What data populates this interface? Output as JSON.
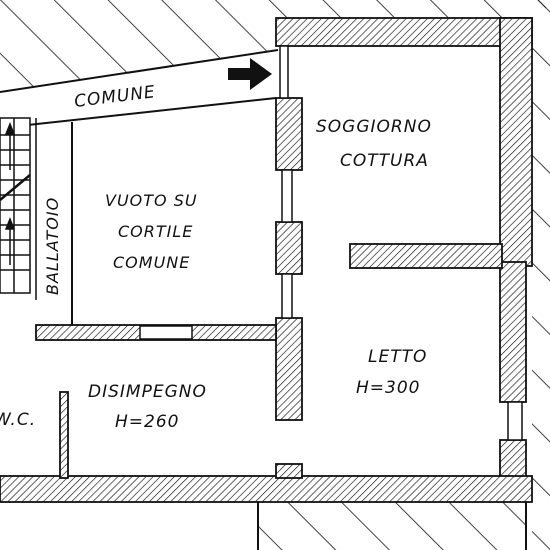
{
  "labels": {
    "comune": "COMUNE",
    "soggiorno": "SOGGIORNO",
    "cottura": "COTTURA",
    "vuoto_line1": "VUOTO SU",
    "vuoto_line2": "CORTILE",
    "vuoto_line3": "COMUNE",
    "ballatoio": "BALLATOIO",
    "letto": "LETTO",
    "letto_height": "H=300",
    "disimpegno": "DISIMPEGNO",
    "disimpegno_height": "H=260",
    "wc": "W.C."
  },
  "colors": {
    "ink": "#111111",
    "paper": "#ffffff"
  },
  "icons": {
    "entrance": "arrow-right-icon",
    "stairs": "staircase-icon"
  }
}
